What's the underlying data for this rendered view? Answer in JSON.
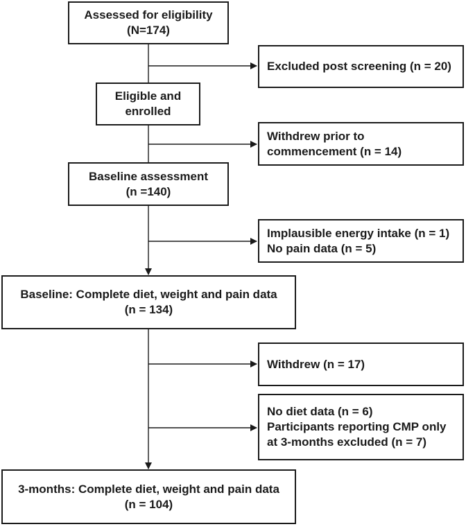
{
  "flowchart": {
    "main_boxes": [
      {
        "id": "assessed",
        "lines": [
          "Assessed for eligibility",
          "(N=174)"
        ]
      },
      {
        "id": "eligible",
        "lines": [
          "Eligible and",
          "enrolled"
        ]
      },
      {
        "id": "baseline_assessment",
        "lines": [
          "Baseline assessment",
          "(n =140)"
        ]
      },
      {
        "id": "baseline_complete",
        "lines": [
          "Baseline: Complete diet, weight and pain data",
          "(n = 134)"
        ]
      },
      {
        "id": "three_month_complete",
        "lines": [
          "3-months: Complete diet, weight and pain data",
          "(n = 104)"
        ]
      }
    ],
    "side_boxes": [
      {
        "id": "excluded_screening",
        "lines": [
          "Excluded post screening (n = 20)"
        ]
      },
      {
        "id": "withdrew_prior",
        "lines": [
          "Withdrew prior to",
          "commencement (n = 14)"
        ]
      },
      {
        "id": "implausible",
        "lines": [
          "Implausible energy intake (n = 1)",
          "No pain data (n = 5)"
        ]
      },
      {
        "id": "withdrew",
        "lines": [
          "Withdrew (n = 17)"
        ]
      },
      {
        "id": "no_diet",
        "lines": [
          "No diet data (n = 6)",
          "Participants reporting CMP only",
          "at 3-months excluded (n = 7)"
        ]
      }
    ]
  }
}
